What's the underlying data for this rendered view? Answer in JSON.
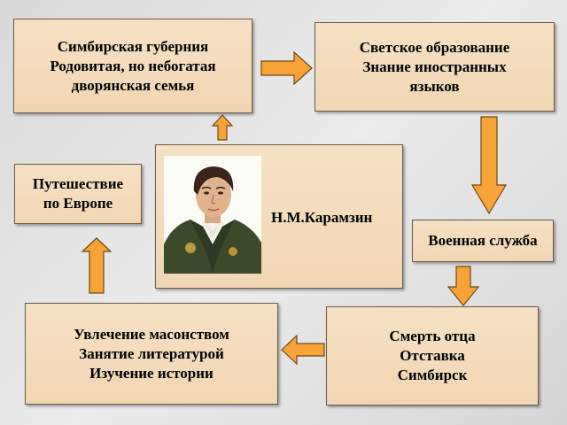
{
  "boxes": {
    "simbirsk": {
      "lines": [
        "Симбирская губерния",
        "Родовитая, но небогатая",
        "дворянская семья"
      ]
    },
    "education": {
      "lines": [
        "Светское образование",
        "Знание иностранных",
        "языков"
      ]
    },
    "travel": {
      "lines": [
        "Путешествие",
        "по Европе"
      ]
    },
    "military": {
      "lines": [
        "Военная служба"
      ]
    },
    "freemasonry": {
      "lines": [
        "Увлечение масонством",
        "Занятие литературой",
        "Изучение истории"
      ]
    },
    "death": {
      "lines": [
        "Смерть отца",
        "Отставка",
        "Симбирск"
      ]
    },
    "center": {
      "name": "Н.М.Карамзин"
    }
  },
  "colors": {
    "box_fill": "#f3dab9",
    "arrow_fill": "#f7a338",
    "arrow_stroke": "#6b4a1a"
  }
}
